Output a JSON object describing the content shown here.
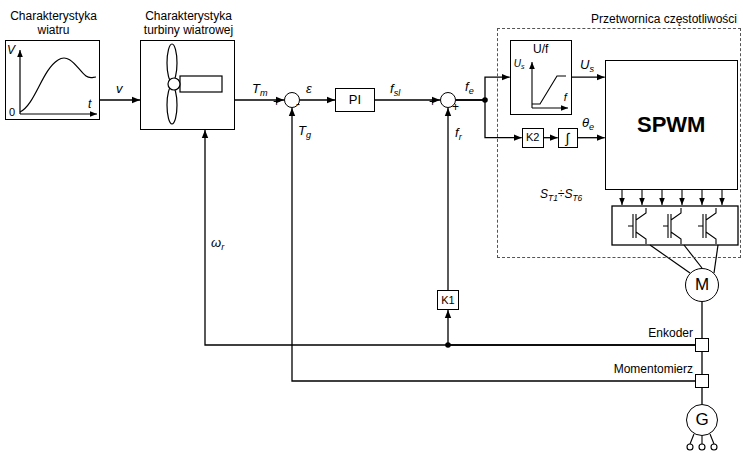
{
  "diagram": {
    "nodes": [
      {
        "text": [
          "Charakterystyka wiatru"
        ]
      },
      {
        "text": [
          "Charakterystyka turbiny wiatrowej"
        ]
      },
      {
        "text": [
          "+",
          "-"
        ]
      },
      {
        "text": [
          "PI"
        ]
      },
      {
        "text": [
          "+",
          "+"
        ]
      },
      {
        "text": [
          "Przetwornica częstotliwości"
        ]
      },
      {
        "text": [
          "U/f",
          "Us",
          "f"
        ],
        "in": 5
      },
      {
        "text": [
          "SPWM"
        ],
        "in": 5
      },
      {
        "text": [
          "K2"
        ],
        "in": 5
      },
      {
        "text": [
          "∫"
        ],
        "in": 5
      },
      {
        "text": [
          "K1"
        ]
      },
      {
        "text": [
          "M"
        ]
      },
      {
        "text": [
          "Enkoder"
        ]
      },
      {
        "text": [
          "Momentomierz"
        ]
      },
      {
        "text": [
          "G"
        ]
      }
    ],
    "edges": [
      {
        "from": 0,
        "to": 1,
        "arrow": "to",
        "label": "v"
      },
      {
        "from": 1,
        "to": 2,
        "arrow": "to",
        "label": "Tm"
      },
      {
        "from": 2,
        "to": 3,
        "arrow": "to",
        "label": "ε"
      },
      {
        "from": 3,
        "to": 4,
        "arrow": "to",
        "label": "fsl"
      },
      {
        "from": 4,
        "to": 6,
        "arrow": "to"
      },
      {
        "from": 4,
        "to": 8,
        "arrow": "to"
      },
      {
        "from": 6,
        "to": 7,
        "arrow": "to",
        "label": "Us"
      },
      {
        "from": 8,
        "to": 9,
        "arrow": "to"
      },
      {
        "from": 9,
        "to": 7,
        "arrow": "to",
        "label": "θe"
      },
      {
        "from": 12,
        "to": 10,
        "arrow": "to"
      },
      {
        "from": 10,
        "to": 4,
        "arrow": "to",
        "label": "fr"
      },
      {
        "from": 12,
        "to": 1,
        "arrow": "to",
        "label": "ωr"
      },
      {
        "from": 13,
        "to": 2,
        "arrow": "to",
        "label": "Tg"
      },
      {
        "from": 11,
        "to": 12,
        "arrow": "none"
      },
      {
        "from": 12,
        "to": 13,
        "arrow": "none"
      },
      {
        "from": 13,
        "to": 14,
        "arrow": "none"
      }
    ],
    "labels": [
      "V",
      "0",
      "t",
      "fe",
      "ST1÷ST6"
    ]
  }
}
